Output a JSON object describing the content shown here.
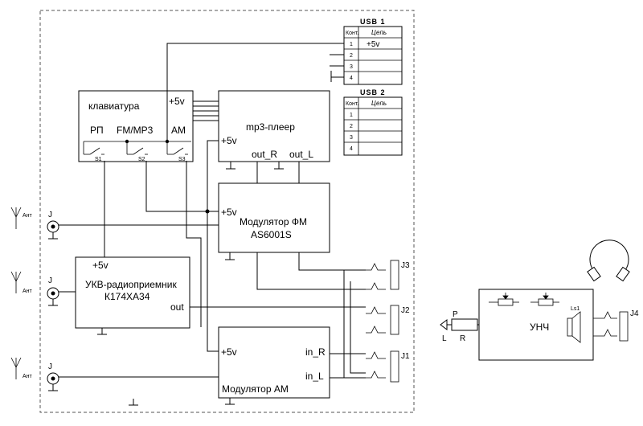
{
  "keyboard": {
    "title": "клавиатура",
    "plus5v": "+5v",
    "sw1": "РП",
    "sw2": "FM/MP3",
    "sw3": "AM"
  },
  "mp3": {
    "title": "mp3-плеер",
    "plus5v": "+5v",
    "outR": "out_R",
    "outL": "out_L"
  },
  "usb1": {
    "title": "USB 1",
    "col1": "Конт.",
    "col2": "Цепь",
    "rows": [
      "1",
      "2",
      "3",
      "4"
    ],
    "net1": "+5v"
  },
  "usb2": {
    "title": "USB 2",
    "col1": "Конт.",
    "col2": "Цепь",
    "rows": [
      "1",
      "2",
      "3",
      "4"
    ]
  },
  "fm": {
    "plus5v": "+5v",
    "line1": "Модулятор ФМ",
    "line2": "AS6001S"
  },
  "ukv": {
    "plus5v": "+5v",
    "line1": "УКВ-радиоприемник",
    "line2": "К174ХА34",
    "out": "out"
  },
  "am": {
    "plus5v": "+5v",
    "inR": "in_R",
    "inL": "in_L",
    "title": "Модулятор АМ"
  },
  "antenna": {
    "label": "Ант",
    "jack": "J"
  },
  "jacks": {
    "j1": "J1",
    "j2": "J2",
    "j3": "J3",
    "j4": "J4"
  },
  "plug": {
    "p": "P",
    "l": "L",
    "r": "R",
    "gnd": "⊥"
  },
  "amp": {
    "title": "УНЧ",
    "speaker": "Ls1"
  },
  "colors": {
    "j3": "#1515e0",
    "j2": "#22dd22",
    "j1": "#e01515",
    "j4": "#22dd22",
    "frame": "#555555"
  }
}
